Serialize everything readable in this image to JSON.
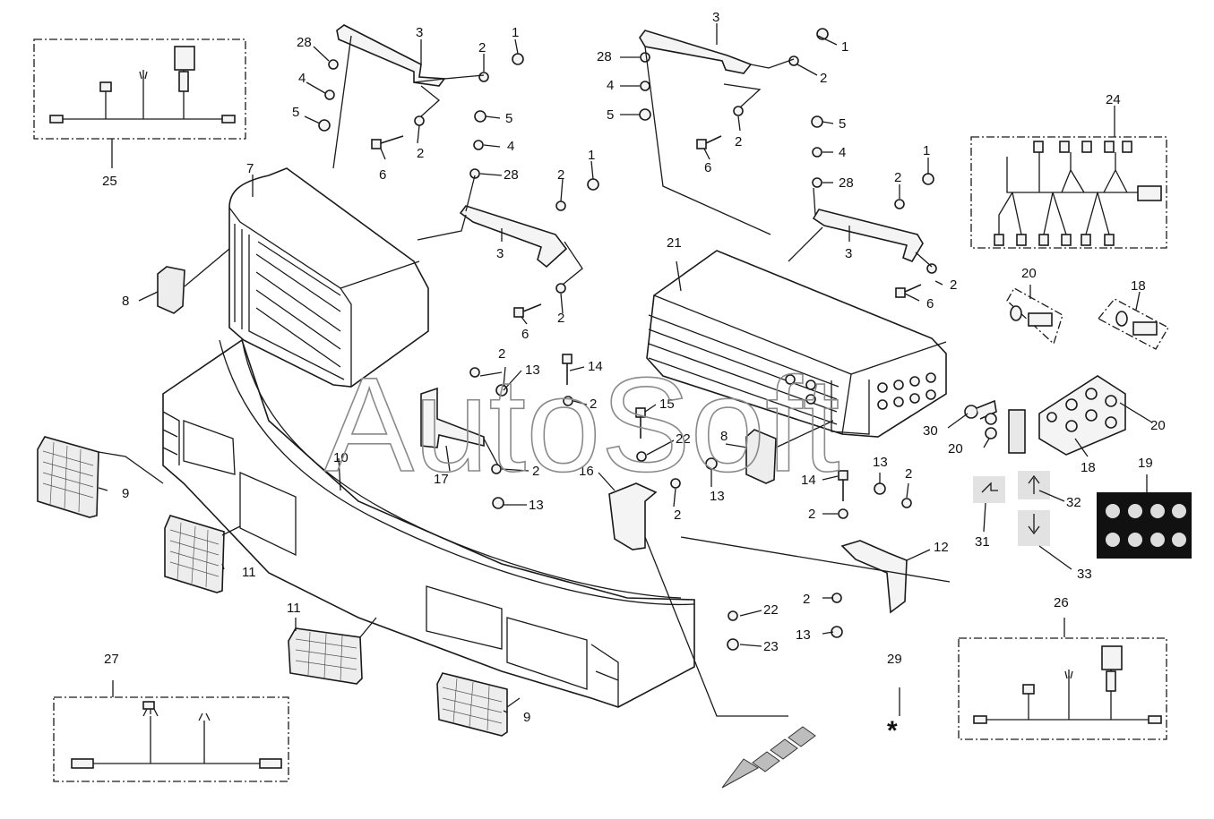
{
  "watermark": "AutoSoft",
  "asterisk": "*",
  "callouts": [
    {
      "id": "c1",
      "text": "1"
    },
    {
      "id": "c2",
      "text": "2"
    },
    {
      "id": "c3",
      "text": "3"
    },
    {
      "id": "c4",
      "text": "4"
    },
    {
      "id": "c5",
      "text": "5"
    },
    {
      "id": "c6",
      "text": "6"
    },
    {
      "id": "c7",
      "text": "7"
    },
    {
      "id": "c8",
      "text": "8"
    },
    {
      "id": "c9",
      "text": "9"
    },
    {
      "id": "c10",
      "text": "10"
    },
    {
      "id": "c11",
      "text": "11"
    },
    {
      "id": "c12",
      "text": "12"
    },
    {
      "id": "c13",
      "text": "13"
    },
    {
      "id": "c14",
      "text": "14"
    },
    {
      "id": "c15",
      "text": "15"
    },
    {
      "id": "c16",
      "text": "16"
    },
    {
      "id": "c17",
      "text": "17"
    },
    {
      "id": "c18",
      "text": "18"
    },
    {
      "id": "c19",
      "text": "19"
    },
    {
      "id": "c20",
      "text": "20"
    },
    {
      "id": "c21",
      "text": "21"
    },
    {
      "id": "c22",
      "text": "22"
    },
    {
      "id": "c23",
      "text": "23"
    },
    {
      "id": "c24",
      "text": "24"
    },
    {
      "id": "c25",
      "text": "25"
    },
    {
      "id": "c26",
      "text": "26"
    },
    {
      "id": "c27",
      "text": "27"
    },
    {
      "id": "c28",
      "text": "28"
    },
    {
      "id": "c29",
      "text": "29"
    },
    {
      "id": "c30",
      "text": "30"
    },
    {
      "id": "c31",
      "text": "31"
    },
    {
      "id": "c32",
      "text": "32"
    },
    {
      "id": "c33",
      "text": "33"
    }
  ]
}
